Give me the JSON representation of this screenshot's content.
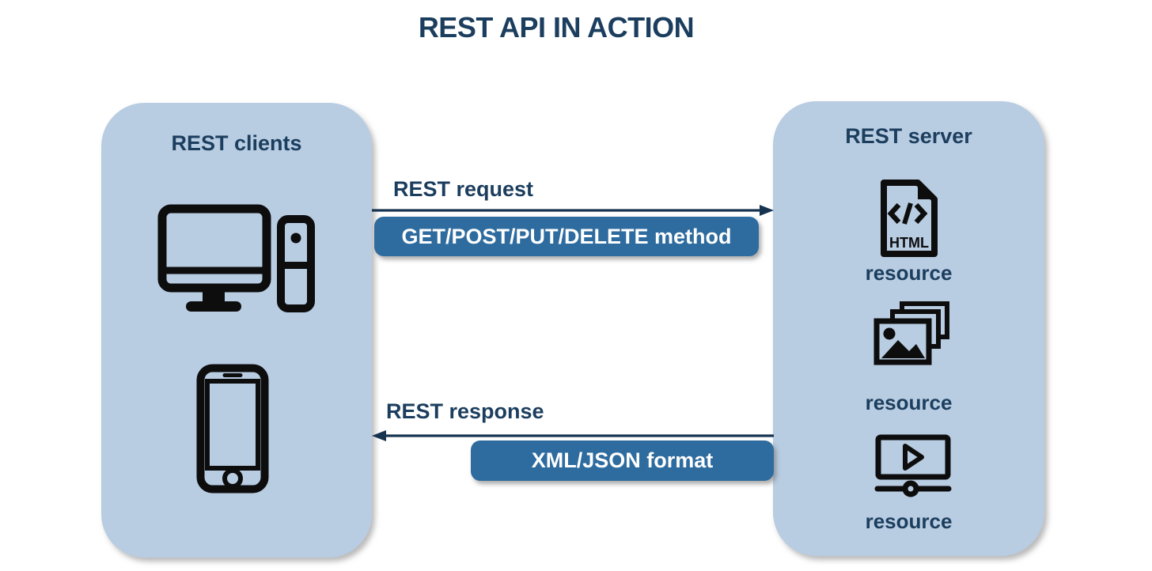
{
  "title": "REST API IN ACTION",
  "colors": {
    "background": "#ffffff",
    "panel_fill": "#b8cce2",
    "heading_navy": "#1c3e5e",
    "arrow_navy": "#16334f",
    "badge_blue": "#2e6b9e",
    "badge_text": "#ffffff",
    "icon_black": "#0d0d0d"
  },
  "client_box": {
    "title": "REST clients",
    "icons": [
      "desktop-computer-icon",
      "smartphone-icon"
    ]
  },
  "server_box": {
    "title": "REST server",
    "resources": [
      {
        "icon": "html-file-icon",
        "label": "resource"
      },
      {
        "icon": "image-stack-icon",
        "label": "resource"
      },
      {
        "icon": "video-player-icon",
        "label": "resource"
      }
    ]
  },
  "request_flow": {
    "label": "REST request",
    "badge": "GET/POST/PUT/DELETE method",
    "direction": "left-to-right"
  },
  "response_flow": {
    "label": "REST response",
    "badge": "XML/JSON format",
    "direction": "right-to-left"
  }
}
